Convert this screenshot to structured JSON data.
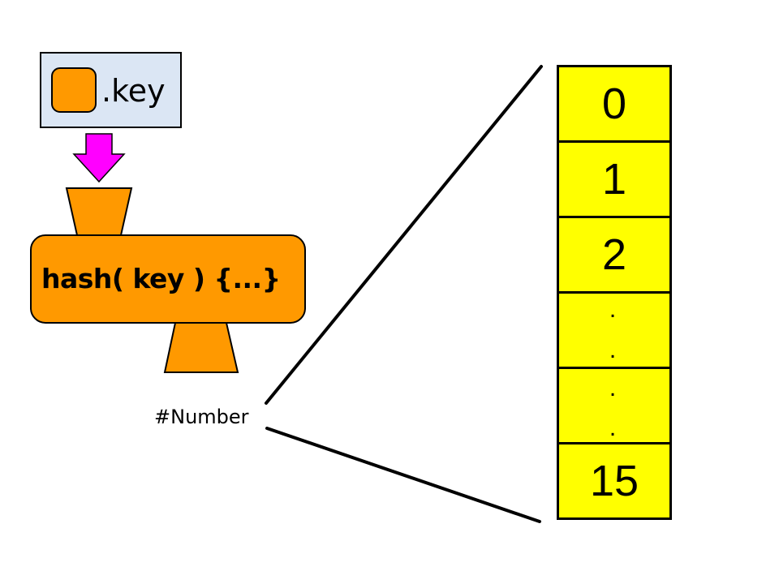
{
  "key_input": {
    "label": ".key",
    "colors": {
      "box_fill": "#dbe6f4",
      "square_fill": "#ff9900"
    }
  },
  "hash_function": {
    "label": "hash( key ) {...}",
    "colors": {
      "fill": "#ff9900",
      "arrow": "#ff00ff"
    }
  },
  "output": {
    "label": "#Number"
  },
  "hash_table": {
    "fill": "#ffff00",
    "slots": [
      "0",
      "1",
      "2",
      "",
      "",
      "15"
    ],
    "dots": [
      ".",
      ".",
      ".",
      "."
    ]
  }
}
